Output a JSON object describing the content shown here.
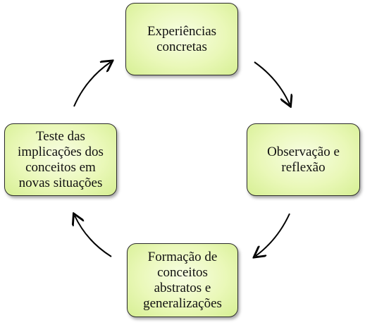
{
  "diagram": {
    "nodes": [
      {
        "id": "top",
        "label": "Experiências\nconcretas"
      },
      {
        "id": "right",
        "label": "Observação  e\nreflexão"
      },
      {
        "id": "bottom",
        "label": "Formação de\nconceitos\nabstratos e\ngeneralizações"
      },
      {
        "id": "left",
        "label": "Teste das\nimplicações dos\nconceitos em\nnovas situações"
      }
    ],
    "edges": [
      {
        "from": "top",
        "to": "right"
      },
      {
        "from": "right",
        "to": "bottom"
      },
      {
        "from": "bottom",
        "to": "left"
      },
      {
        "from": "left",
        "to": "top"
      }
    ],
    "colors": {
      "box_fill": "#eaf8b9",
      "box_border": "#2b2b2b",
      "arrow": "#000000"
    }
  }
}
